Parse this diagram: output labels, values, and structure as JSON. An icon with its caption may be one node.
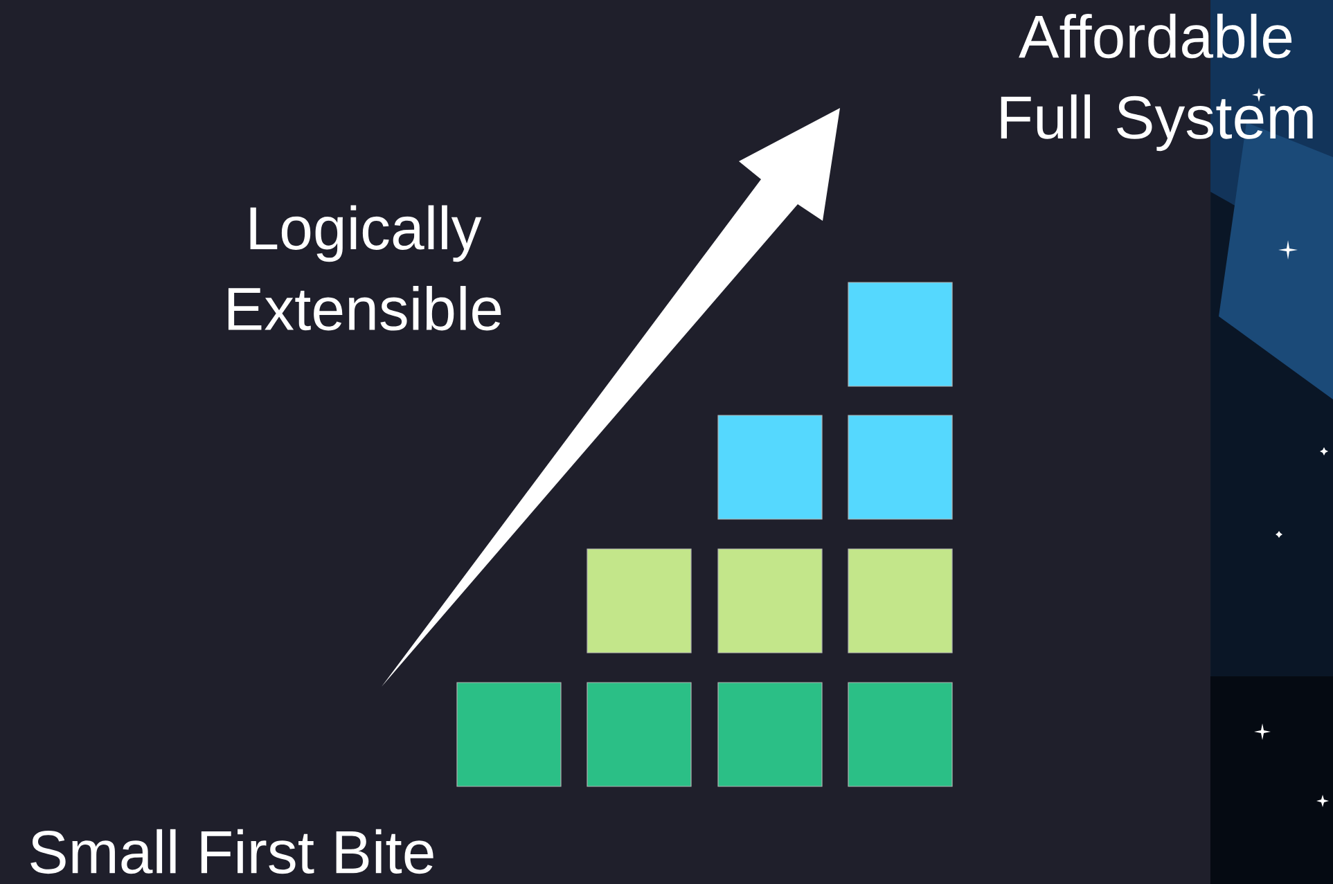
{
  "diagram": {
    "nodes": [
      {
        "text": [],
        "shape": "box"
      },
      {
        "text": [],
        "shape": "box"
      },
      {
        "text": [],
        "shape": "box"
      },
      {
        "text": [],
        "shape": "box"
      },
      {
        "text": [],
        "shape": "box"
      },
      {
        "text": [],
        "shape": "box"
      },
      {
        "text": [],
        "shape": "box"
      },
      {
        "text": [],
        "shape": "box"
      },
      {
        "text": [],
        "shape": "box"
      },
      {
        "text": [],
        "shape": "box"
      }
    ],
    "labels": [
      "Affordable Full System",
      "Logically Extensible",
      "Small First Bite"
    ]
  }
}
